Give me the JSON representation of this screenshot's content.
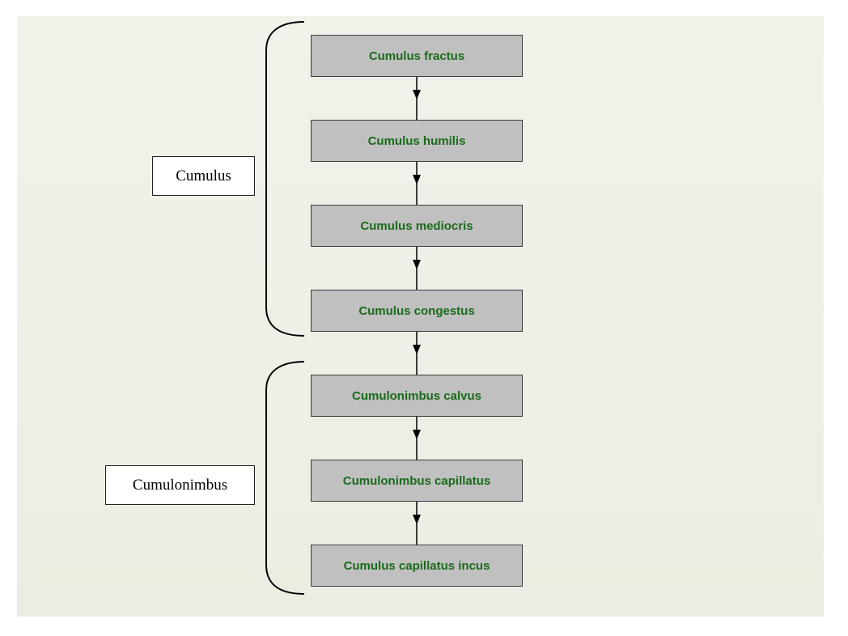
{
  "stages": [
    {
      "label": "Cumulus fractus"
    },
    {
      "label": "Cumulus humilis"
    },
    {
      "label": "Cumulus mediocris"
    },
    {
      "label": "Cumulus congestus"
    },
    {
      "label": "Cumulonimbus calvus"
    },
    {
      "label": "Cumulonimbus capillatus"
    },
    {
      "label": "Cumulus capillatus incus"
    }
  ],
  "groups": {
    "cumulus": {
      "label": "Cumulus"
    },
    "cumulonimbus": {
      "label": "Cumulonimbus"
    }
  },
  "colors": {
    "stage_fill": "#c0c0c0",
    "stage_text": "#1a6b1a",
    "connector": "#000000",
    "background": "#eff0e7"
  }
}
